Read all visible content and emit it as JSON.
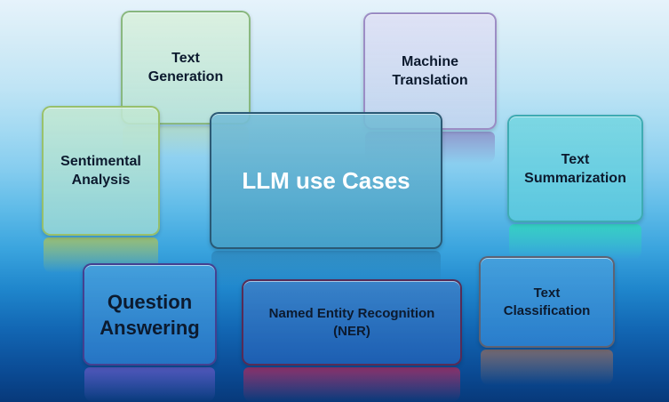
{
  "diagram": {
    "center": {
      "label": "LLM use Cases"
    },
    "nodes": {
      "text_generation": {
        "line1": "Text",
        "line2": "Generation"
      },
      "machine_translation": {
        "line1": "Machine",
        "line2": "Translation"
      },
      "sentimental_analysis": {
        "line1": "Sentimental",
        "line2": "Analysis"
      },
      "text_summarization": {
        "line1": "Text",
        "line2": "Summarization"
      },
      "question_answering": {
        "line1": "Question",
        "line2": "Answering"
      },
      "named_entity_recognition": {
        "line1": "Named Entity Recognition",
        "line2": "(NER)"
      },
      "text_classification": {
        "line1": "Text",
        "line2": "Classification"
      }
    }
  },
  "colors": {
    "background_top": "#e6f3fb",
    "background_bottom": "#07397a",
    "text_dark": "#0c1a2e",
    "text_center": "#ffffff"
  }
}
